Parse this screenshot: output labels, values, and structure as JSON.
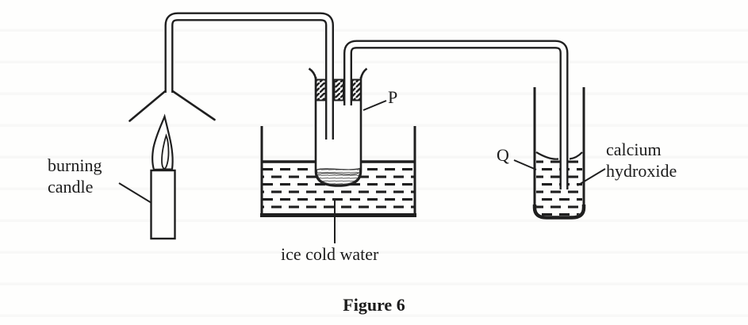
{
  "figure": {
    "caption": "Figure 6",
    "labels": {
      "burning_candle": "burning candle",
      "ice_cold_water": "ice cold water",
      "tube_p": "P",
      "tube_q": "Q",
      "calcium_hydroxide": "calcium hydroxide"
    },
    "components": [
      "funnel-over-candle",
      "burning-candle-with-flame",
      "delivery-tube-funnel-to-test-tube-p",
      "stopper-with-two-tubes",
      "test-tube-p-with-condensed-liquid",
      "beaker-of-ice-cold-water",
      "delivery-tube-p-to-q",
      "test-tube-q-with-calcium-hydroxide-solution"
    ],
    "colors": {
      "ink": "#1f1f1f",
      "paper": "#fefefd"
    }
  }
}
